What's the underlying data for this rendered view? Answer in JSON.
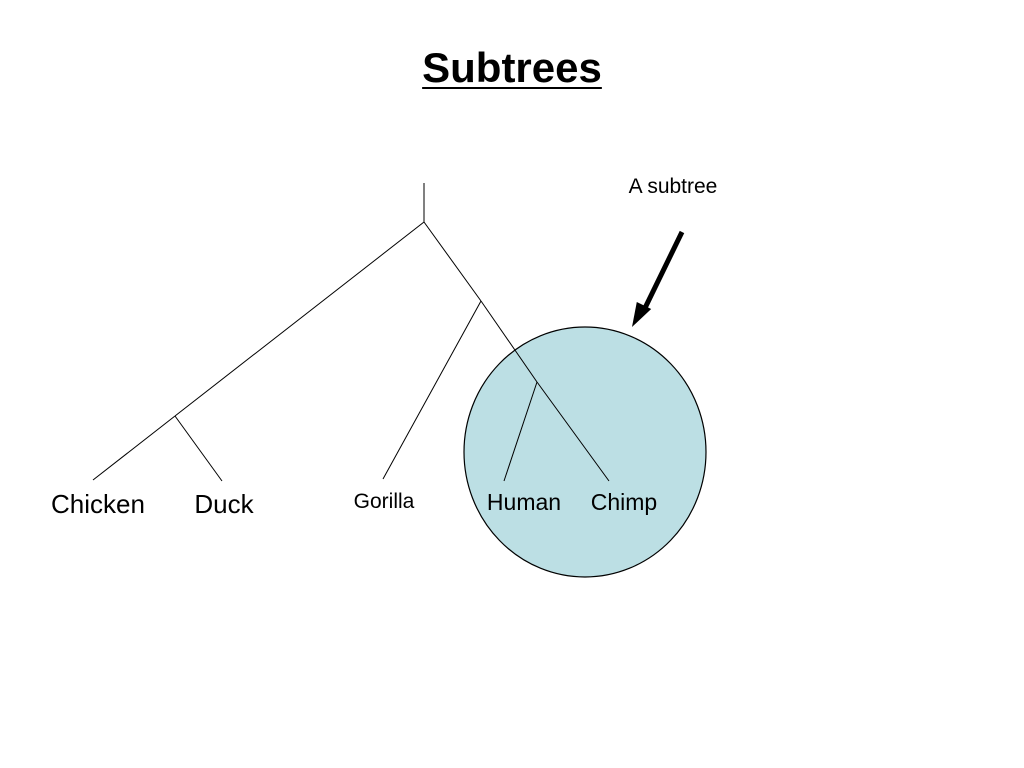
{
  "slide": {
    "title": "Subtrees",
    "callout": "A subtree"
  },
  "tree": {
    "leaves": [
      {
        "id": "chicken",
        "label": "Chicken"
      },
      {
        "id": "duck",
        "label": "Duck"
      },
      {
        "id": "gorilla",
        "label": "Gorilla"
      },
      {
        "id": "human",
        "label": "Human"
      },
      {
        "id": "chimp",
        "label": "Chimp"
      }
    ],
    "highlighted_subtree": [
      "human",
      "chimp"
    ]
  },
  "colors": {
    "highlight_fill": "#bcdfe4",
    "line": "#000000",
    "background": "#ffffff"
  }
}
